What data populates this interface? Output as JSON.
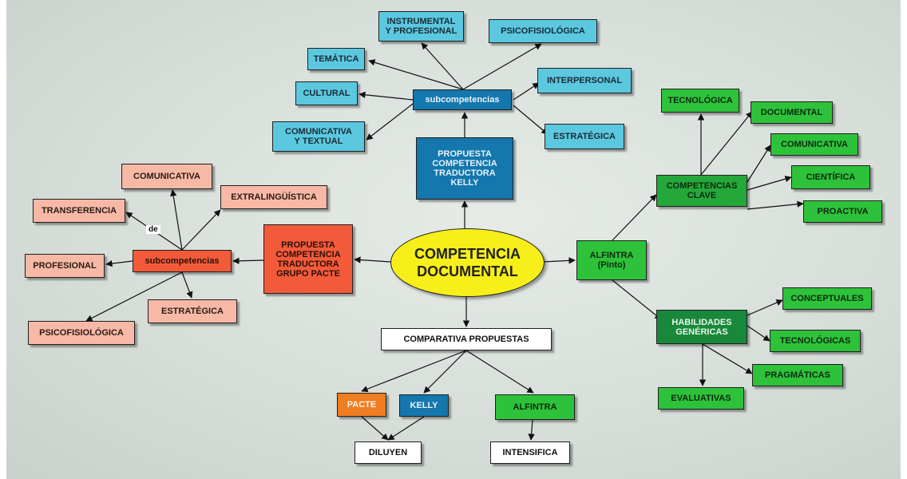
{
  "center": "COMPETENCIA\nDOCUMENTAL",
  "kelly": {
    "proposal": "PROPUESTA\nCOMPETENCIA\nTRADUCTORA\nKELLY",
    "sub": "subcompetencias",
    "items": {
      "instrumental": "INSTRUMENTAL\nY PROFESIONAL",
      "psicofisiologica": "PSICOFISIOLÓGICA",
      "tematica": "TEMÁTICA",
      "cultural": "CULTURAL",
      "interpersonal": "INTERPERSONAL",
      "comunicativa": "COMUNICATIVA\nY TEXTUAL",
      "estrategica": "ESTRATÉGICA"
    }
  },
  "pacte": {
    "proposal": "PROPUESTA\nCOMPETENCIA\nTRADUCTORA\nGRUPO PACTE",
    "sub": "subcompetencias",
    "link_label": "de",
    "items": {
      "comunicativa": "COMUNICATIVA",
      "extralinguistica": "EXTRALINGÜÍSTICA",
      "transferencia": "TRANSFERENCIA",
      "profesional": "PROFESIONAL",
      "estrategica": "ESTRATÉGICA",
      "psicofisiologica": "PSICOFISIOLÓGICA"
    }
  },
  "alfintra": {
    "main": "ALFINTRA\n(Pinto)",
    "clave": "COMPETENCIAS\nCLAVE",
    "clave_items": {
      "tecnologica": "TECNOLÓGICA",
      "documental": "DOCUMENTAL",
      "comunicativa": "COMUNICATIVA",
      "cientifica": "CIENTÍFICA",
      "proactiva": "PROACTIVA"
    },
    "habilidades": "HABILIDADES\nGENÉRICAS",
    "hab_items": {
      "conceptuales": "CONCEPTUALES",
      "tecnologicas": "TECNOLÓGICAS",
      "pragmaticas": "PRAGMÁTICAS",
      "evaluativas": "EVALUATIVAS"
    }
  },
  "comparativa": {
    "title": "COMPARATIVA PROPUESTAS",
    "pacte": "PACTE",
    "kelly": "KELLY",
    "alfintra": "ALFINTRA",
    "diluyen": "DILUYEN",
    "intensifica": "INTENSIFICA"
  },
  "colors": {
    "kelly_items": "#5bc8e0",
    "kelly": "#1477ad",
    "pacte_items": "#f7b9a6",
    "pacte": "#f25a3a",
    "alfintra": "#2dc23a",
    "alfintra_dark": "#18883a",
    "center": "#f7ef19",
    "pacte_small": "#ef7d22"
  }
}
